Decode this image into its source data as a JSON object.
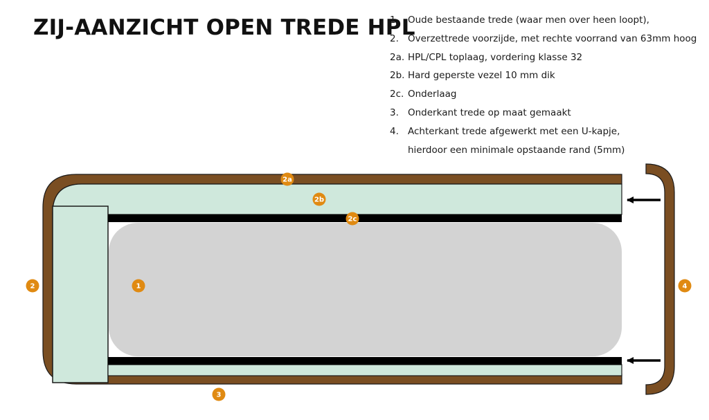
{
  "title": "ZIJ-AANZICHT OPEN TREDE HPL",
  "legend": [
    {
      "num": "1.",
      "text": "Oude bestaande trede  (waar men over heen loopt),"
    },
    {
      "num": "2.",
      "text": "Overzettrede voorzijde, met rechte voorrand van 63mm hoog"
    },
    {
      "num": "2a.",
      "text": "HPL/CPL toplaag, vordering klasse 32"
    },
    {
      "num": "2b.",
      "text": "Hard geperste vezel 10 mm dik"
    },
    {
      "num": "2c.",
      "text": "Onderlaag"
    },
    {
      "num": "3.",
      "text": "Onderkant trede op maat gemaakt"
    },
    {
      "num": "4.",
      "text": "Achterkant trede afgewerkt met een U-kapje,"
    },
    {
      "num": "",
      "text": "hierdoor een minimale opstaande rand (5mm)"
    }
  ],
  "callouts": {
    "c1": "1",
    "c2": "2",
    "c2a": "2a",
    "c2b": "2b",
    "c2c": "2c",
    "c3": "3",
    "c4": "4"
  },
  "colors": {
    "brown": "#7a4e22",
    "mint": "#cfe8dc",
    "grey": "#d3d3d3",
    "black": "#000000",
    "orange": "#e08a12"
  }
}
